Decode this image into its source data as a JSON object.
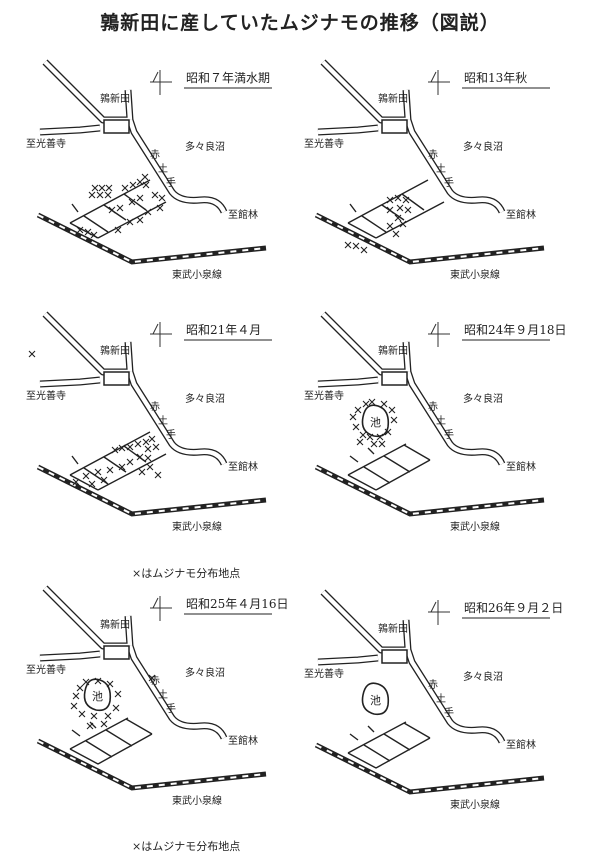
{
  "title": "鶉新田に産していたムジナモの推移（図説）",
  "labels": {
    "village": "鶉新田",
    "to_kozenji": "至光善寺",
    "lake": "多々良沼",
    "embankment": [
      "赤",
      "土",
      "手"
    ],
    "to_tatebayashi": "至館林",
    "railway": "東武小泉線",
    "pond": "池",
    "north": "N"
  },
  "maps": [
    {
      "caption": "昭和７年満水期",
      "pond": false
    },
    {
      "caption": "昭和13年秋",
      "pond": false
    },
    {
      "caption": "昭和21年４月",
      "pond": false
    },
    {
      "caption": "昭和24年９月18日",
      "pond": true
    },
    {
      "caption": "昭和25年４月16日",
      "pond": true
    },
    {
      "caption": "昭和26年９月２日",
      "pond": true
    }
  ],
  "notes": [
    "×はムジナモ分布地点",
    "×はムジナモ分布地点"
  ]
}
